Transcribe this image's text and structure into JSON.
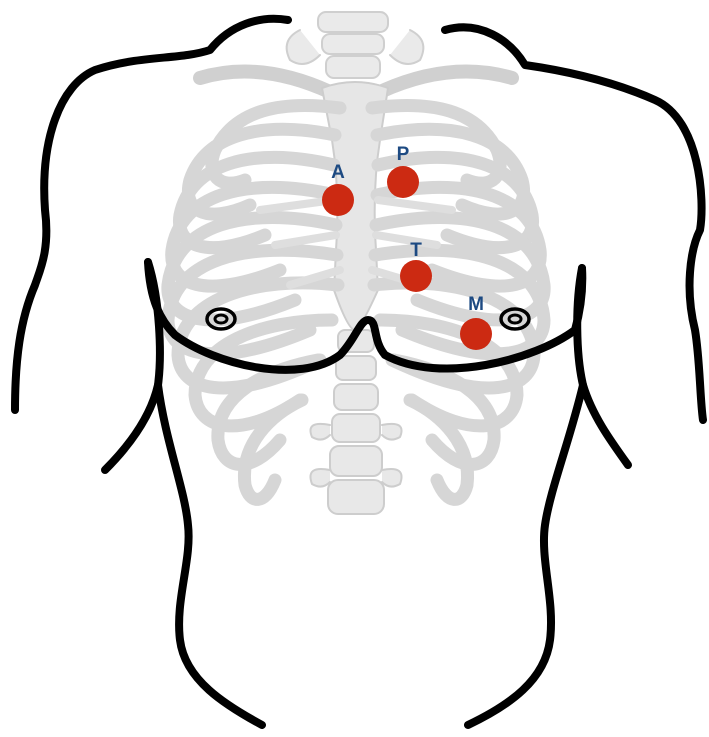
{
  "diagram": {
    "background_color": "#ffffff",
    "body_outline_color": "#000000",
    "skeleton_color": "#d8d8d8",
    "point_color": "#cc2a12",
    "label_color": "#1d4a82",
    "nipple_marker": "double-ring-icon",
    "auscultation_points": [
      {
        "id": "aortic",
        "label": "A"
      },
      {
        "id": "pulmonic",
        "label": "P"
      },
      {
        "id": "tricuspid",
        "label": "T"
      },
      {
        "id": "mitral",
        "label": "M"
      }
    ]
  }
}
